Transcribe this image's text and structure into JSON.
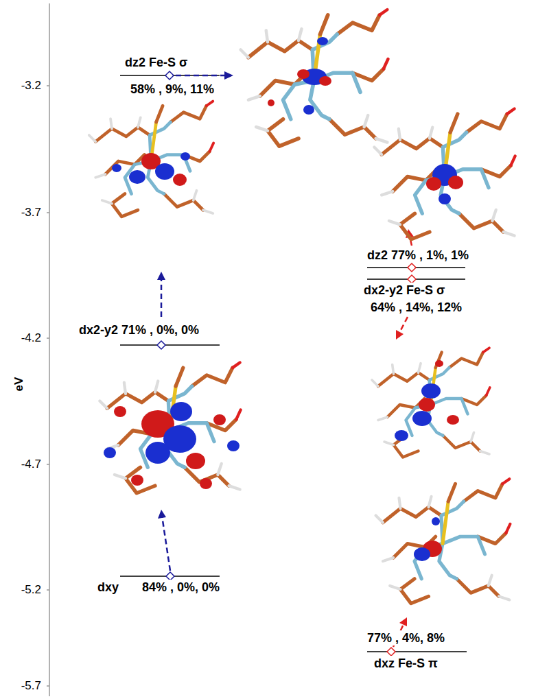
{
  "diagram": {
    "labels": [
      "-3.2",
      "-3.7",
      "-4.2",
      "-4.7",
      "-5.2",
      "-5.7",
      "eV",
      "dz2 Fe-S σ",
      "58% , 9%, 11%",
      "dx2-y2 71% , 0%, 0%",
      "dxy",
      "84% , 0%, 0%",
      "dz2 77% , 1%, 1%",
      "dx2-y2 Fe-S σ",
      "64% , 14%, 12%",
      "77% , 4%, 8%",
      "dxz Fe-S π"
    ]
  }
}
